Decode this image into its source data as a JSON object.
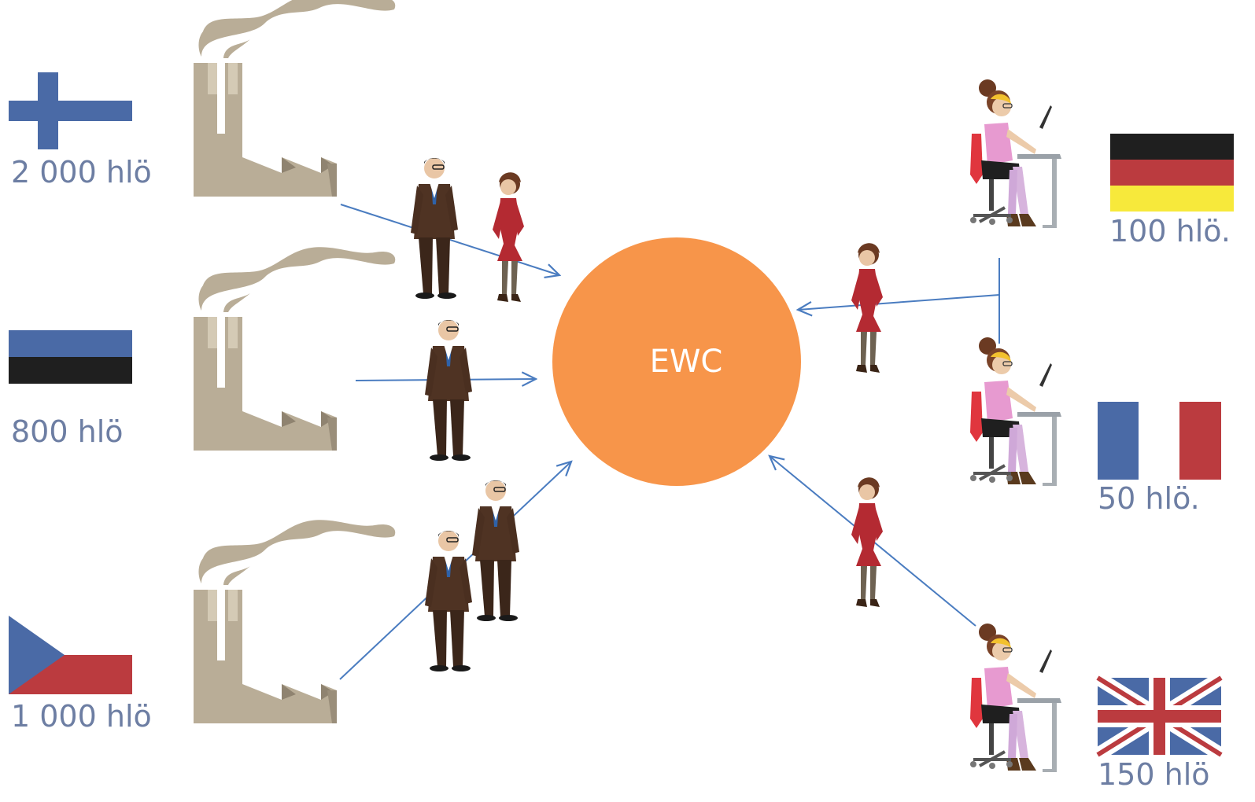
{
  "center": {
    "label": "EWC",
    "color": "#f7954a"
  },
  "colors": {
    "arrow": "#4a7cc0",
    "factory": "#b9ad97",
    "label": "#6d7ea3"
  },
  "sites": [
    {
      "flag": "finland-flag",
      "count": "2 000 hlö",
      "site": "factory-icon"
    },
    {
      "flag": "estonia-flag",
      "count": "800 hlö",
      "site": "factory-icon"
    },
    {
      "flag": "czech-flag",
      "count": "1 000 hlö",
      "site": "factory-icon"
    },
    {
      "flag": "germany-flag",
      "count": "100 hlö.",
      "site": "office-worker-icon"
    },
    {
      "flag": "france-flag",
      "count": "50 hlö.",
      "site": "office-worker-icon"
    },
    {
      "flag": "uk-flag",
      "count": "150 hlö",
      "site": "office-worker-icon"
    }
  ]
}
